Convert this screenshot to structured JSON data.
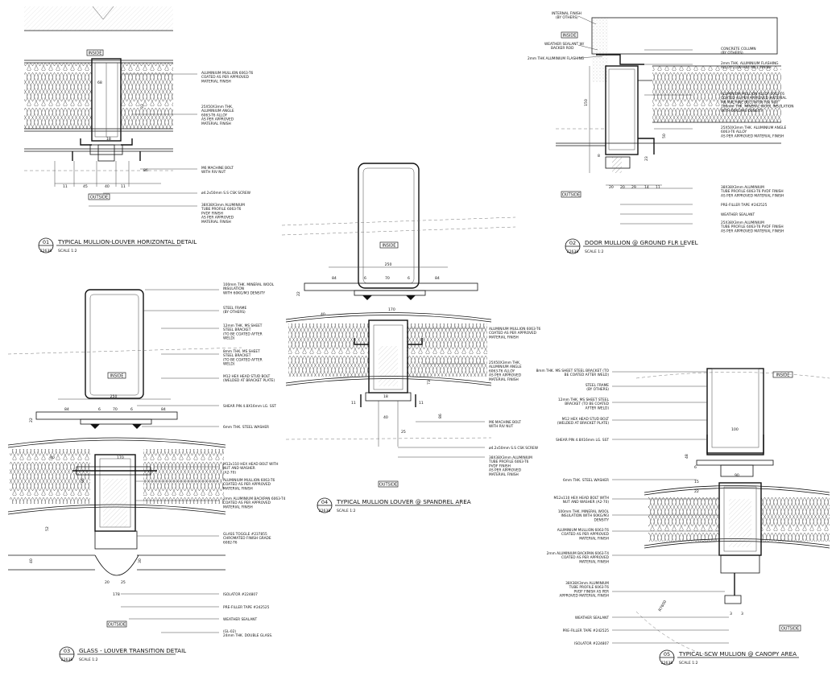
{
  "details": {
    "d01": {
      "num": "01",
      "ref": "22638",
      "title": "TYPICAL MULLION-LOUVER HORIZONTAL DETAIL",
      "scale": "SCALE 1:2",
      "inside": "INSIDE",
      "outside": "OUTSIDE",
      "notes": [
        [
          "ALUMINIUM MULLION 6063-T6",
          "COATED AS PER APPROVED",
          "MATERIAL FINISH"
        ],
        [
          "25X50X3mm THK.",
          "ALUMINIUM ANGLE",
          "6063-T6 ALLOY",
          "AS PER APPROVED",
          "MATERIAL FINISH"
        ],
        [
          "M6 MACHINE BOLT",
          "WITH RIV NUT"
        ],
        [
          "ø4.2x50mm S.S CSK SCREW"
        ],
        [
          "38X38X3mm ALUMINIUM",
          "TUBE PROFILE 6063-T6",
          "PVDF FINISH",
          "AS PER APPROVED",
          "MATERIAL FINISH"
        ]
      ],
      "dims": [
        "11",
        "45",
        "40",
        "11",
        "86",
        "33",
        "68",
        "18"
      ]
    },
    "d02": {
      "num": "02",
      "ref": "22638",
      "title": "DOOR MULLION @ GROUND FLR LEVEL",
      "scale": "SCALE 1:2",
      "inside": "INSIDE",
      "outside": "OUTSIDE",
      "left_notes": [
        "INTERNAL FINISH",
        "(BY OTHERS)",
        "WEATHER SEALANT W/",
        "BACKER ROD",
        "2mm THK ALUMINIUM FLASHING"
      ],
      "notes": [
        [
          "CONCRETE COLUMN",
          "(BY OTHERS)"
        ],
        [
          "2mm THK. ALUMINIUM FLASHING",
          "ALLOY 1100-H14 MILL FINISH"
        ],
        [
          "ALUMINIUM MULLION ALLOY 6063-T6",
          "COATED AS PER APPROVED MATERIAL",
          "M6 MACHINE BOLT WITH RIV NUT",
          "100mm THK. MINERAL WOOL INSULATION",
          "WITH 60KG/M3 DENSITY"
        ],
        [
          "25X50X3mm THK. ALUMINIUM ANGLE",
          "6063-T6 ALLOY",
          "AS PER APPROVED MATERIAL FINISH"
        ],
        [
          "38X38X3mm ALUMINIUM",
          "TUBE PROFILE 6063-T6 PVDF FINISH",
          "AS PER APPROVED MATERIAL FINISH"
        ],
        [
          "PRE-FILLER TAPE #242525"
        ],
        [
          "WEATHER SEALANT"
        ],
        [
          "25X38X3mm ALUMINIUM",
          "TUBE PROFILE 6063-T6 PVDF FINISH",
          "AS PER APPROVED MATERIAL FINISH"
        ]
      ],
      "dims": [
        "20",
        "20",
        "29",
        "14",
        "11",
        "150",
        "50",
        "23",
        "8"
      ]
    },
    "d03": {
      "num": "03",
      "ref": "22638",
      "title": "GLASS - LOUVER TRANSITION DETAIL",
      "scale": "SCALE 1:2",
      "inside": "INSIDE",
      "outside": "OUTSIDE",
      "notes": [
        [
          "100mm THK. MINERAL WOOL",
          "INSULATION",
          "WITH 60KG/M3 DENSITY"
        ],
        [
          "STEEL FRAME",
          "(BY OTHERS)"
        ],
        [
          "12mm THK. MS SHEET",
          "STEEL BRACKET",
          "(TO BE COATED AFTER",
          "WELD)"
        ],
        [
          "8mm THK. MS SHEET",
          "STEEL BRACKET",
          "(TO BE COATED AFTER",
          "WELD)"
        ],
        [
          "M12 HEX HEAD STUD BOLT",
          "(WELDED AT BRACKET PLATE)"
        ],
        [
          "SHEAR PIN 4.8X16mm LG. SST"
        ],
        [
          "6mm THK. STEEL WASHER"
        ],
        [
          "M12x110 HEX HEAD BOLT WITH",
          "NUT AND WASHER",
          "(A2-70)"
        ],
        [
          "ALUMINIUM MULLION 6063-T6",
          "COATED AS PER APPROVED",
          "MATERIAL FINISH"
        ],
        [
          "2mm ALUMINIUM BACKPAN 6063-T4",
          "COATED AS PER APPROVED",
          "MATERIAL FINISH"
        ],
        [
          "GLASS TOGGLE #237855",
          "CHROMATED FINISH GRADE",
          "6082-T6"
        ],
        [
          "ISOLATOR #224807"
        ],
        [
          "PRE-FILLER TAPE #242525"
        ],
        [
          "WEATHER SEALANT"
        ],
        [
          "(GL-02)",
          "24mm THK. DOUBLE GLASS."
        ]
      ],
      "dims": [
        "250",
        "84",
        "6",
        "70",
        "6",
        "84",
        "170",
        "40",
        "22",
        "20",
        "25",
        "178",
        "30",
        "52",
        "95",
        "40"
      ]
    },
    "d04": {
      "num": "04",
      "ref": "22638",
      "title": "TYPICAL MULLION  LOUVER @ SPANDREL AREA",
      "scale": "SCALE 1:2",
      "inside": "INSIDE",
      "outside": "OUTSIDE",
      "notes": [
        [
          "ALUMINIUM MULLION 6063-T6",
          "COATED AS PER APPROVED",
          "MATERIAL FINISH"
        ],
        [
          "25X50X3mm THK.",
          "ALUMINIUM ANGLE",
          "6063-T6 ALLOY",
          "AS PER APPROVED",
          "MATERIAL FINISH"
        ],
        [
          "M6 MACHINE BOLT",
          "WITH RIV NUT"
        ],
        [
          "ø4.2x50mm S.S CSK SCREW"
        ],
        [
          "38X38X3mm ALUMINIUM",
          "TUBE PROFILE 6063-T6",
          "PVDF FINISH",
          "AS PER APPROVED",
          "MATERIAL FINISH"
        ]
      ],
      "dims": [
        "250",
        "84",
        "6",
        "70",
        "6",
        "84",
        "170",
        "40",
        "22",
        "11",
        "40",
        "11",
        "18",
        "73",
        "86",
        "25"
      ]
    },
    "d05": {
      "num": "05",
      "ref": "22638",
      "title": "TYPICAL SCW MULLION  @ CANOPY AREA",
      "scale": "SCALE 1:2",
      "inside": "INSIDE",
      "outside": "OUTSIDE",
      "notes": [
        [
          "8mm THK. MS SHEET STEEL BRACKET (TO",
          "BE COATED AFTER WELD)"
        ],
        [
          "STEEL FRAME",
          "(BY OTHERS)"
        ],
        [
          "12mm THK. MS SHEET STEEL",
          "BRACKET (TO BE COATED",
          "AFTER WELD)"
        ],
        [
          "M12 HEX HEAD STUD BOLT",
          "(WELDED AT BRACKET PLATE)"
        ],
        [
          "SHEAR PIN 4.8X16mm LG. SST"
        ],
        [
          "6mm THK. STEEL WASHER"
        ],
        [
          "M12x110 HEX HEAD BOLT WITH",
          "NUT AND WASHER (A2-70)"
        ],
        [
          "100mm THK. MINERAL WOOL",
          "INSULATION WITH 60KG/M3",
          "DENSITY"
        ],
        [
          "ALUMINIUM MULLION 6063-T6",
          "COATED AS PER APPROVED",
          "MATERIAL FINISH"
        ],
        [
          "2mm ALUMINIUM BACKPAN 6063-T4",
          "COATED AS PER APPROVED",
          "MATERIAL FINISH"
        ],
        [
          "38X38X3mm ALUMINIUM",
          "TUBE PROFILE 6063-T6",
          "PVDF FINISH AS PER",
          "APPROVED MATERIAL FINISH"
        ],
        [
          "WEATHER SEALANT"
        ],
        [
          "PRE-FILLER TAPE #242525"
        ],
        [
          "ISOLATOR #224807"
        ]
      ],
      "dims": [
        "100",
        "90",
        "6",
        "48",
        "15",
        "22",
        "3",
        "3",
        "R7600"
      ]
    }
  }
}
